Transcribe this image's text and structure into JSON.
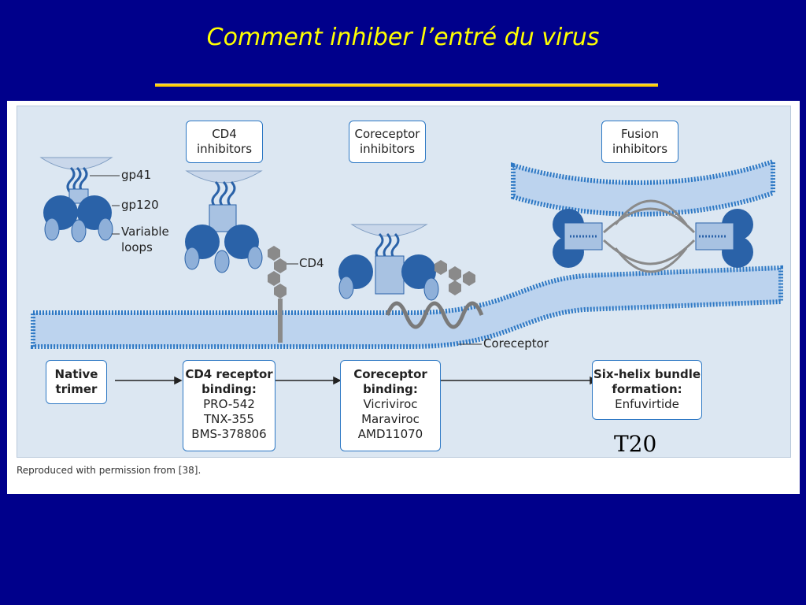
{
  "slide": {
    "title": "Comment inhiber l’entré du virus"
  },
  "inhibitor_boxes": [
    {
      "line1": "CD4",
      "line2": "inhibitors"
    },
    {
      "line1": "Coreceptor",
      "line2": "inhibitors"
    },
    {
      "line1": "Fusion",
      "line2": "inhibitors"
    }
  ],
  "structure_labels": {
    "gp41": "gp41",
    "gp120": "gp120",
    "variable_loops_1": "Variable",
    "variable_loops_2": "loops",
    "cd4": "CD4",
    "coreceptor": "Coreceptor"
  },
  "steps": [
    {
      "title1": "Native",
      "title2": "trimer",
      "items": []
    },
    {
      "title1": "CD4 receptor",
      "title2": "binding:",
      "items": [
        "PRO-542",
        "TNX-355",
        "BMS-378806"
      ]
    },
    {
      "title1": "Coreceptor",
      "title2": "binding:",
      "items": [
        "Vicriviroc",
        "Maraviroc",
        "AMD11070"
      ]
    },
    {
      "title1": "Six-helix bundle",
      "title2": "formation:",
      "items": [
        "Enfuvirtide"
      ]
    }
  ],
  "annotation": "T20",
  "credit": "Reproduced with permission from [38].",
  "colors": {
    "background": "#00008b",
    "title": "#ffff00",
    "membrane": "#2d78c4",
    "protein": "#2a62a8"
  }
}
